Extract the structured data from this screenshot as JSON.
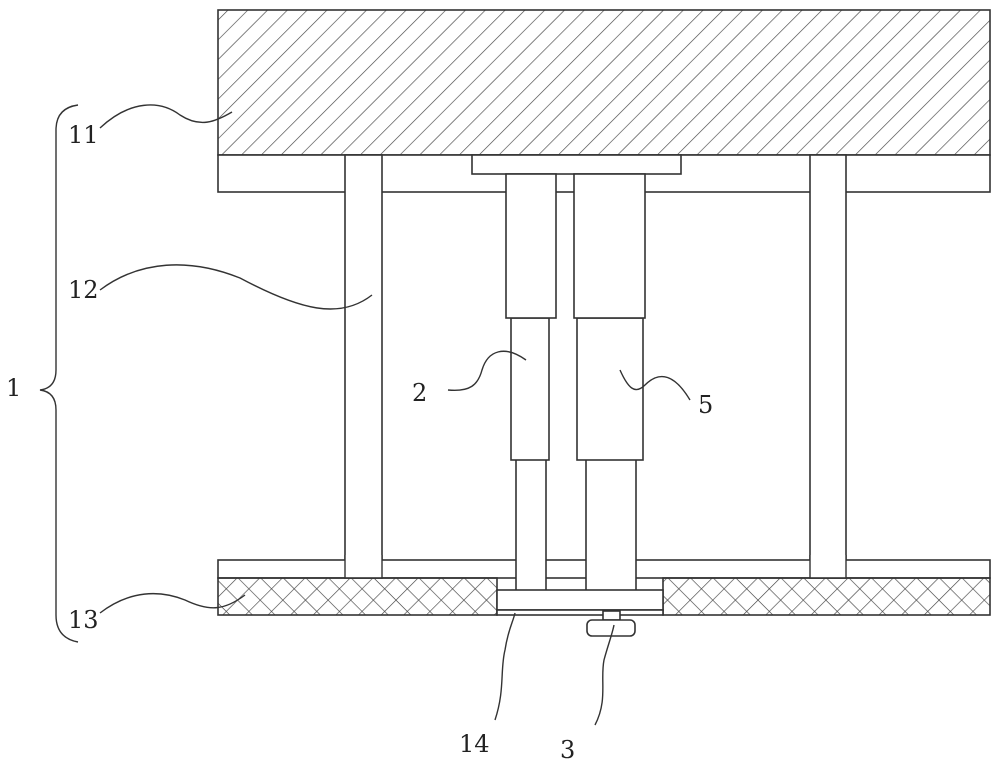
{
  "figure": {
    "labels": {
      "assembly": "1",
      "top_block": "11",
      "support_post": "12",
      "bottom_layer": "13",
      "bottom_plate": "14",
      "cylinder_left": "2",
      "knob": "3",
      "cylinder_right": "5"
    }
  }
}
